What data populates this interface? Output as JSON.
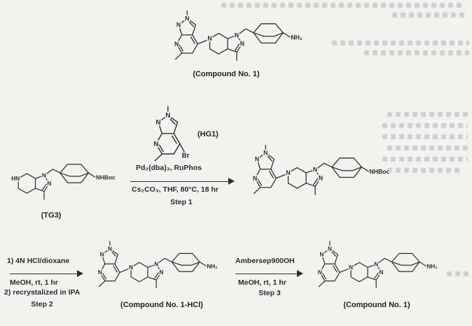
{
  "page": {
    "background": "#f3f2ee",
    "ink": "#2d2d2d"
  },
  "atoms": {
    "n": "N",
    "hn": "HN",
    "nh2": "NH₂",
    "nhboc": "NHBoc",
    "br": "Br"
  },
  "labels": {
    "compound1_top": "(Compound No. 1)",
    "tg3": "(TG3)",
    "hg1": "(HG1)",
    "compound1_hcl": "(Compound No. 1-HCl)",
    "compound1_bottom": "(Compound No. 1)"
  },
  "step1": {
    "conditions_above": "Pd₂(dba)₃, RuPhos",
    "conditions_below": "Cs₂CO₃, THF, 80°C, 18 hr",
    "step": "Step 1"
  },
  "step2": {
    "condition1": "1) 4N HCl/dioxane",
    "condition2": "MeOH, rt, 1 hr",
    "condition3": "2) recrystalized in IPA",
    "step": "Step 2"
  },
  "step3": {
    "condition1": "Ambersep900OH",
    "condition2": "MeOH, rt, 1 hr",
    "step": "Step 3"
  }
}
